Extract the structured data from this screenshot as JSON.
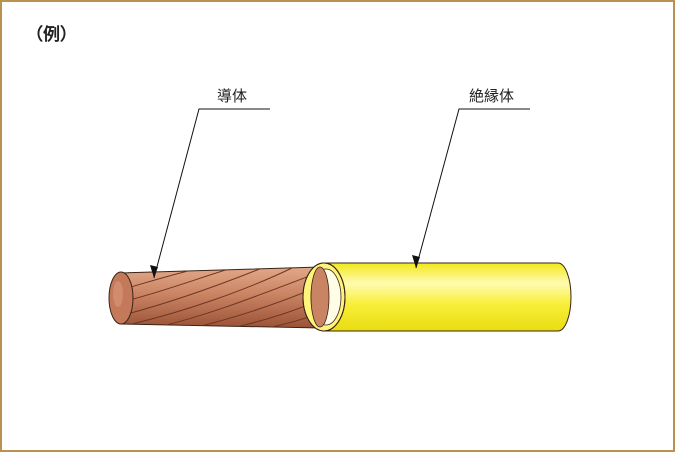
{
  "header": {
    "example_label": "（例）"
  },
  "labels": {
    "conductor": "導体",
    "insulator": "絶縁体"
  },
  "colors": {
    "frame": "#b8924e",
    "conductor_fill": "#c98464",
    "conductor_dark": "#a5593c",
    "insulator_fill": "#f6ec28",
    "insulator_light": "#fffbb0"
  }
}
